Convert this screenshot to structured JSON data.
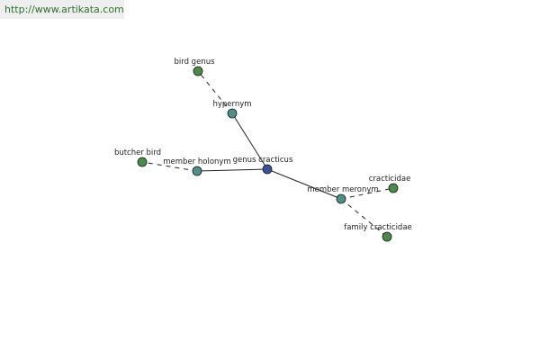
{
  "source": {
    "url": "http://www.artikata.com"
  },
  "colors": {
    "root_node": "#3f4f97",
    "relation_node": "#4e8e8c",
    "leaf_node": "#4b8a4b",
    "edge": "#222222",
    "url_text": "#2f6f2f"
  },
  "graph": {
    "nodes": [
      {
        "id": "genus_cracticus",
        "label": "genus cracticus",
        "kind": "root"
      },
      {
        "id": "hypernym",
        "label": "hypernym",
        "kind": "relation"
      },
      {
        "id": "member_holonym",
        "label": "member holonym",
        "kind": "relation"
      },
      {
        "id": "member_meronym",
        "label": "member meronym",
        "kind": "relation"
      },
      {
        "id": "bird_genus",
        "label": "bird genus",
        "kind": "leaf"
      },
      {
        "id": "butcherbird",
        "label": "butcher bird",
        "kind": "leaf"
      },
      {
        "id": "cracticidae",
        "label": "cracticidae",
        "kind": "leaf"
      },
      {
        "id": "family_cracticidae",
        "label": "family cracticidae",
        "kind": "leaf"
      }
    ],
    "edges": [
      {
        "from": "genus_cracticus",
        "to": "hypernym",
        "style": "solid"
      },
      {
        "from": "genus_cracticus",
        "to": "member_holonym",
        "style": "solid"
      },
      {
        "from": "genus_cracticus",
        "to": "member_meronym",
        "style": "solid"
      },
      {
        "from": "hypernym",
        "to": "bird_genus",
        "style": "dashed"
      },
      {
        "from": "member_holonym",
        "to": "butcherbird",
        "style": "dashed"
      },
      {
        "from": "member_meronym",
        "to": "cracticidae",
        "style": "dashed"
      },
      {
        "from": "member_meronym",
        "to": "family_cracticidae",
        "style": "dashed"
      }
    ]
  }
}
